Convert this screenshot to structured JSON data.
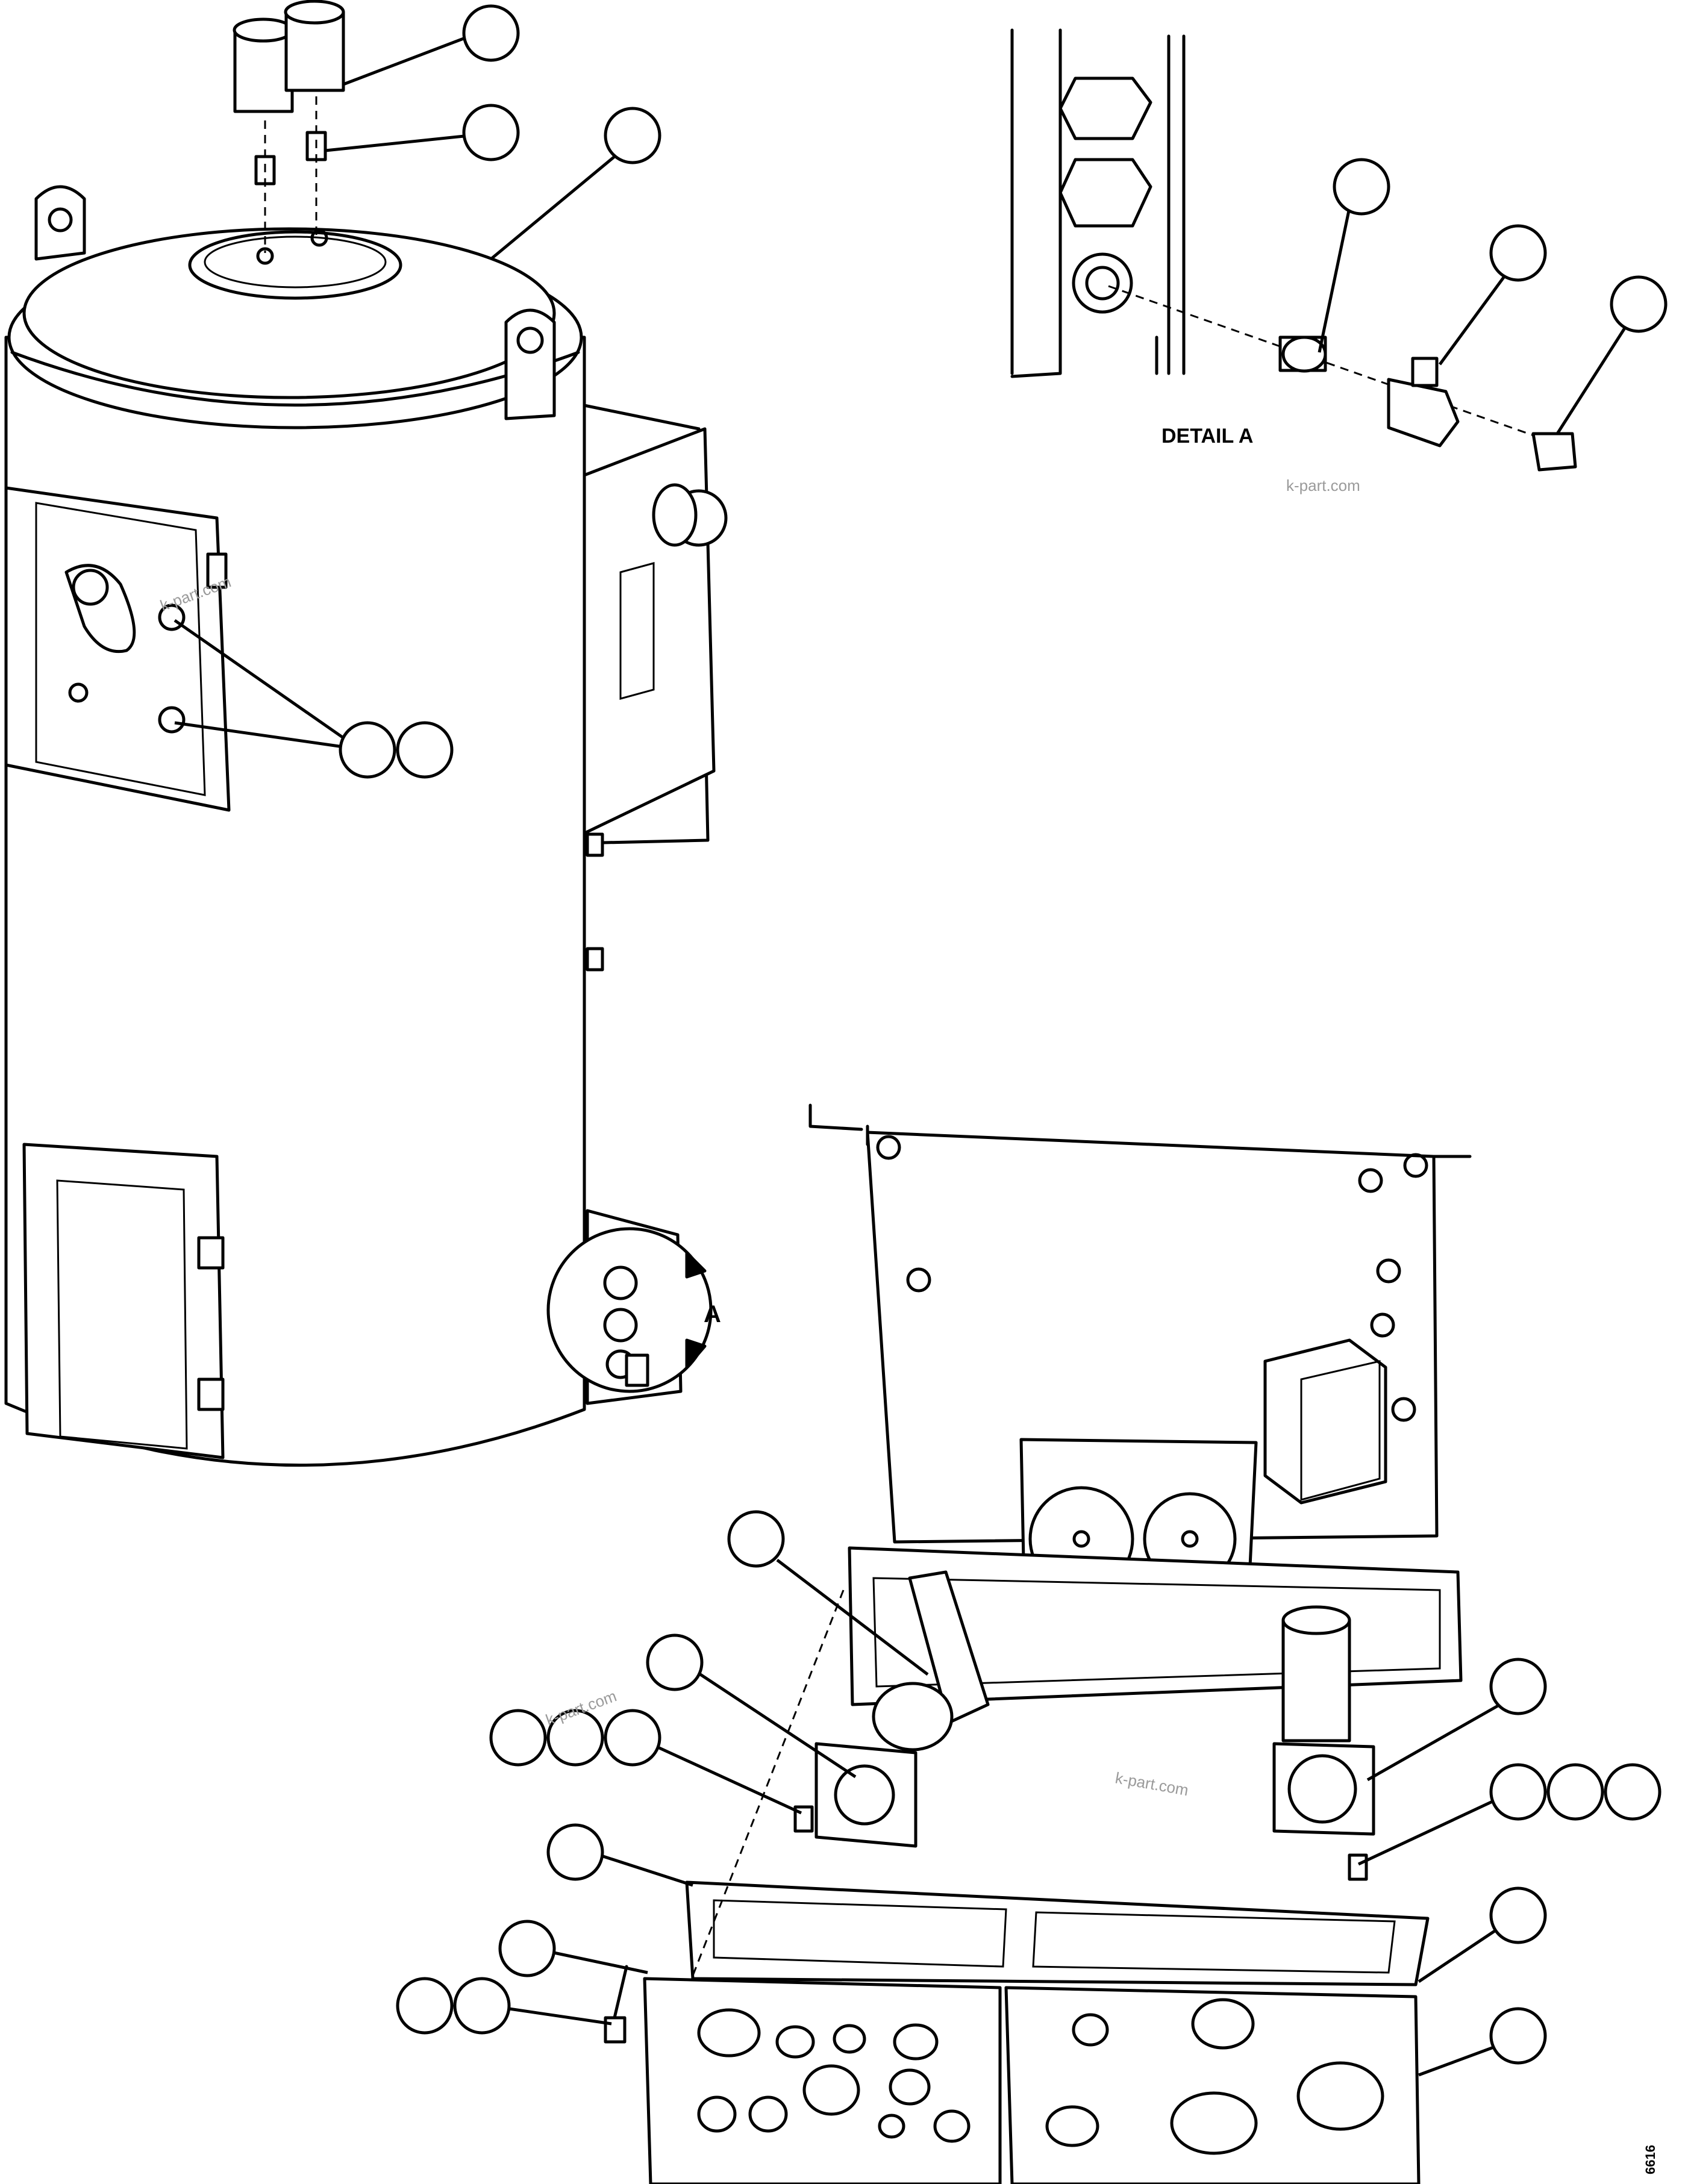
{
  "detail_label": "DETAIL A",
  "detail_marker": "A",
  "watermark": "k-part.com",
  "figure_code": "6616",
  "icons": [
    "callout-bubble",
    "tank-body",
    "detail-view",
    "base-assembly",
    "flange-plate",
    "bolt",
    "gasket",
    "blanking-cap"
  ]
}
